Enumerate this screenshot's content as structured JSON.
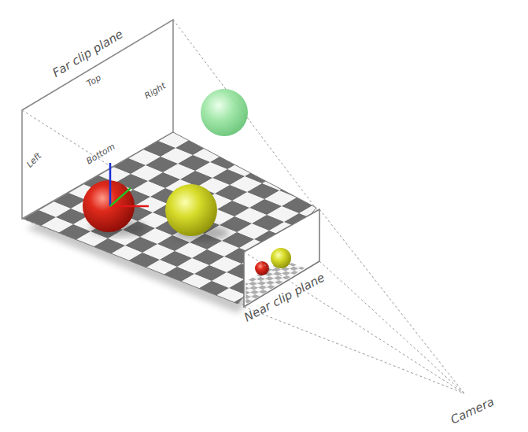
{
  "diagram": {
    "labels": [
      "Far clip plane",
      "Top",
      "Right",
      "Left",
      "Bottom",
      "Near clip plane",
      "Camera"
    ]
  }
}
